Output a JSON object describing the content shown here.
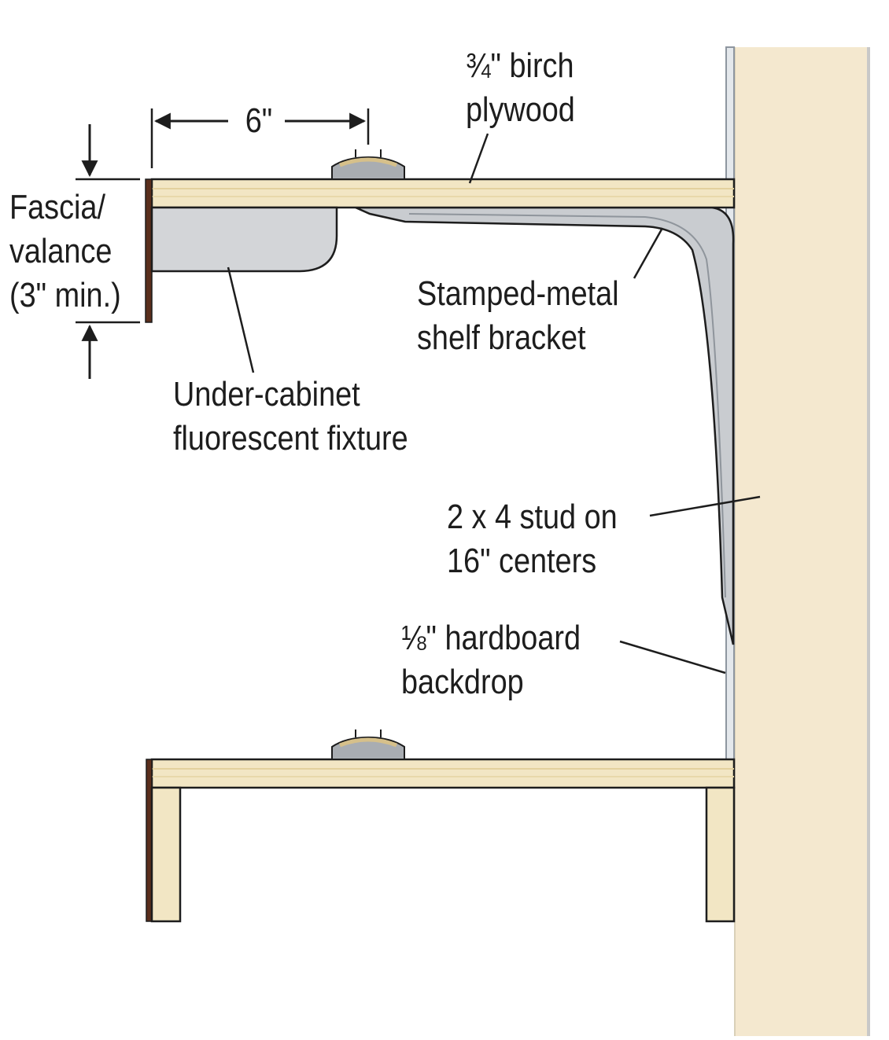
{
  "colors": {
    "plywood_face": "#f2e6c4",
    "plywood_edge": "#e8d7a8",
    "stud": "#f4e8cf",
    "bracket": "#c9ccd0",
    "fixture": "#d3d5d8",
    "fascia": "#5a2e1c",
    "hardboard": "#8e96a0",
    "outline": "#1d1d1d"
  },
  "labels": {
    "birch_plywood": [
      "¾\" birch",
      "plywood"
    ],
    "dimension_6": "6\"",
    "fascia": [
      "Fascia/",
      "valance",
      "(3\" min.)"
    ],
    "bracket": [
      "Stamped-metal",
      "shelf bracket"
    ],
    "fixture": [
      "Under-cabinet",
      "fluorescent fixture"
    ],
    "stud": [
      "2 x 4 stud on",
      "16\" centers"
    ],
    "hardboard": [
      "⅛\" hardboard",
      "backdrop"
    ]
  }
}
